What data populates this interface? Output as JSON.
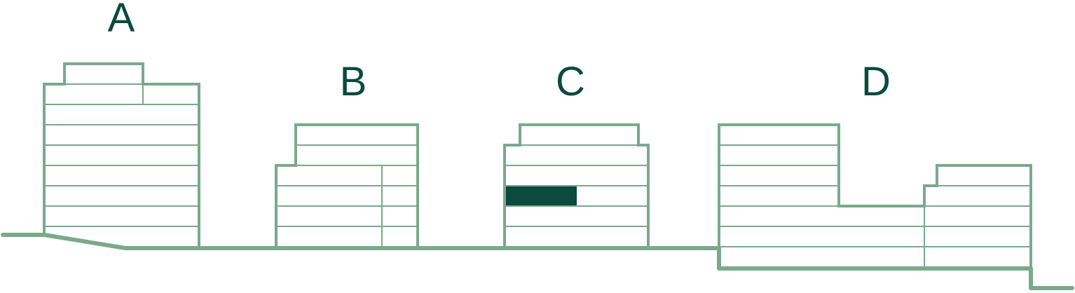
{
  "colors": {
    "outline": "#7aa98b",
    "label": "#0a4a3f",
    "highlight": "#0a4a3f",
    "background": "#ffffff"
  },
  "buildings": [
    {
      "label": "A",
      "floors": 8,
      "highlighted_floor": null
    },
    {
      "label": "B",
      "floors": 6,
      "highlighted_floor": null
    },
    {
      "label": "C",
      "floors": 5,
      "highlighted_floor": 3
    },
    {
      "label": "D",
      "floors": 7,
      "highlighted_floor": null
    }
  ]
}
